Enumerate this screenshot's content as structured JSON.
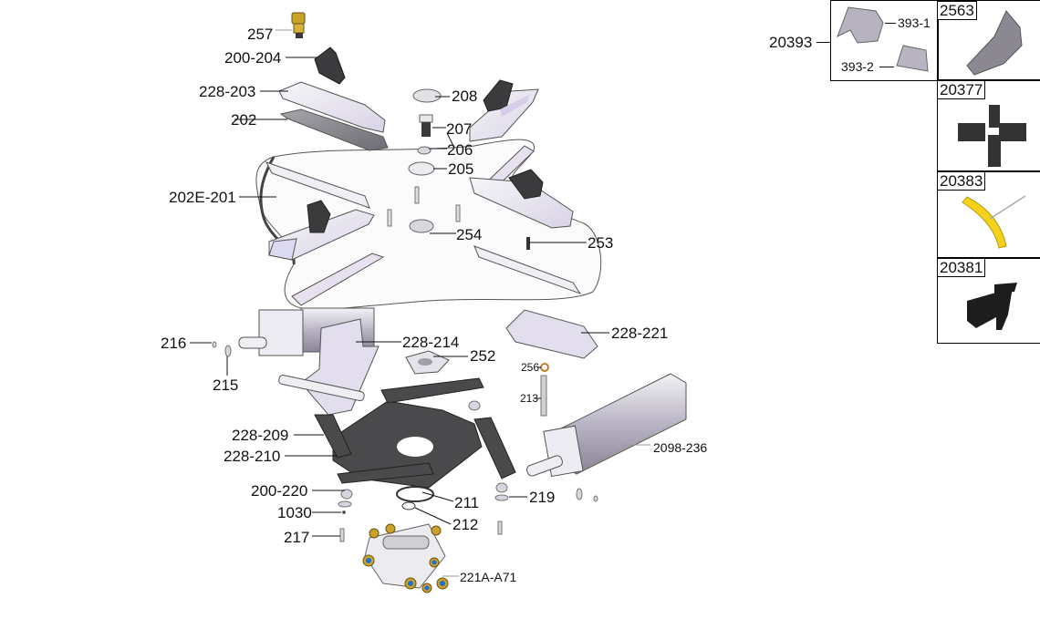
{
  "diagram": {
    "title": "Turntable / Clamp Assembly — Exploded Parts View",
    "callouts": [
      {
        "id": "257",
        "label": "257"
      },
      {
        "id": "200-204",
        "label": "200-204"
      },
      {
        "id": "228-203",
        "label": "228-203"
      },
      {
        "id": "202",
        "label": "202"
      },
      {
        "id": "202E-201",
        "label": "202E-201"
      },
      {
        "id": "208",
        "label": "208"
      },
      {
        "id": "207",
        "label": "207"
      },
      {
        "id": "206",
        "label": "206"
      },
      {
        "id": "205",
        "label": "205"
      },
      {
        "id": "254",
        "label": "254"
      },
      {
        "id": "253",
        "label": "253"
      },
      {
        "id": "216",
        "label": "216"
      },
      {
        "id": "215",
        "label": "215"
      },
      {
        "id": "228-214",
        "label": "228-214"
      },
      {
        "id": "252",
        "label": "252"
      },
      {
        "id": "228-221",
        "label": "228-221"
      },
      {
        "id": "256",
        "label": "256"
      },
      {
        "id": "213",
        "label": "213"
      },
      {
        "id": "2098-236",
        "label": "2098-236"
      },
      {
        "id": "228-209",
        "label": "228-209"
      },
      {
        "id": "228-210",
        "label": "228-210"
      },
      {
        "id": "200-220",
        "label": "200-220"
      },
      {
        "id": "1030",
        "label": "1030"
      },
      {
        "id": "217",
        "label": "217"
      },
      {
        "id": "211",
        "label": "211"
      },
      {
        "id": "212",
        "label": "212"
      },
      {
        "id": "219",
        "label": "219"
      },
      {
        "id": "221A-A71",
        "label": "221A-A71"
      }
    ]
  },
  "accessories": {
    "kit": {
      "part": "20393",
      "sub_parts": [
        "393-1",
        "393-2"
      ]
    },
    "panels": [
      {
        "part": "2563",
        "description": "protector jaw cover"
      },
      {
        "part": "20377",
        "description": "clamp jaw set"
      },
      {
        "part": "20383",
        "description": "rim protector (yellow)"
      },
      {
        "part": "20381",
        "description": "bead pusher tool"
      }
    ]
  },
  "colors": {
    "steel_light": "#ecebf0",
    "steel_mid": "#c9c6d2",
    "lavender": "#d7cde6",
    "dark_plate": "#4a4a4c",
    "brass": "#c9a22a",
    "valve_blue": "#1a6fd6",
    "protector_yellow": "#f4d21b"
  }
}
